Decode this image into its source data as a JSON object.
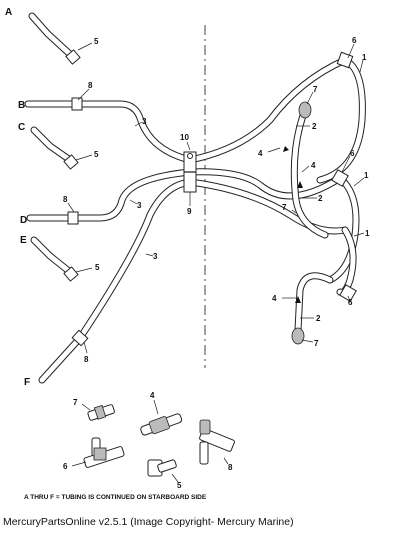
{
  "diagram": {
    "letters": {
      "a": "A",
      "b": "B",
      "c": "C",
      "d": "D",
      "e": "E",
      "f": "F"
    },
    "callouts": {
      "n1": "1",
      "n2": "2",
      "n3": "3",
      "n4": "4",
      "n5": "5",
      "n6": "6",
      "n7": "7",
      "n8": "8",
      "n9": "9",
      "n10": "10"
    },
    "note": "A THRU F = TUBING IS CONTINUED ON STARBOARD SIDE"
  },
  "footer": {
    "caption": "MercuryPartsOnline v2.5.1 (Image Copyright- Mercury Marine)"
  }
}
